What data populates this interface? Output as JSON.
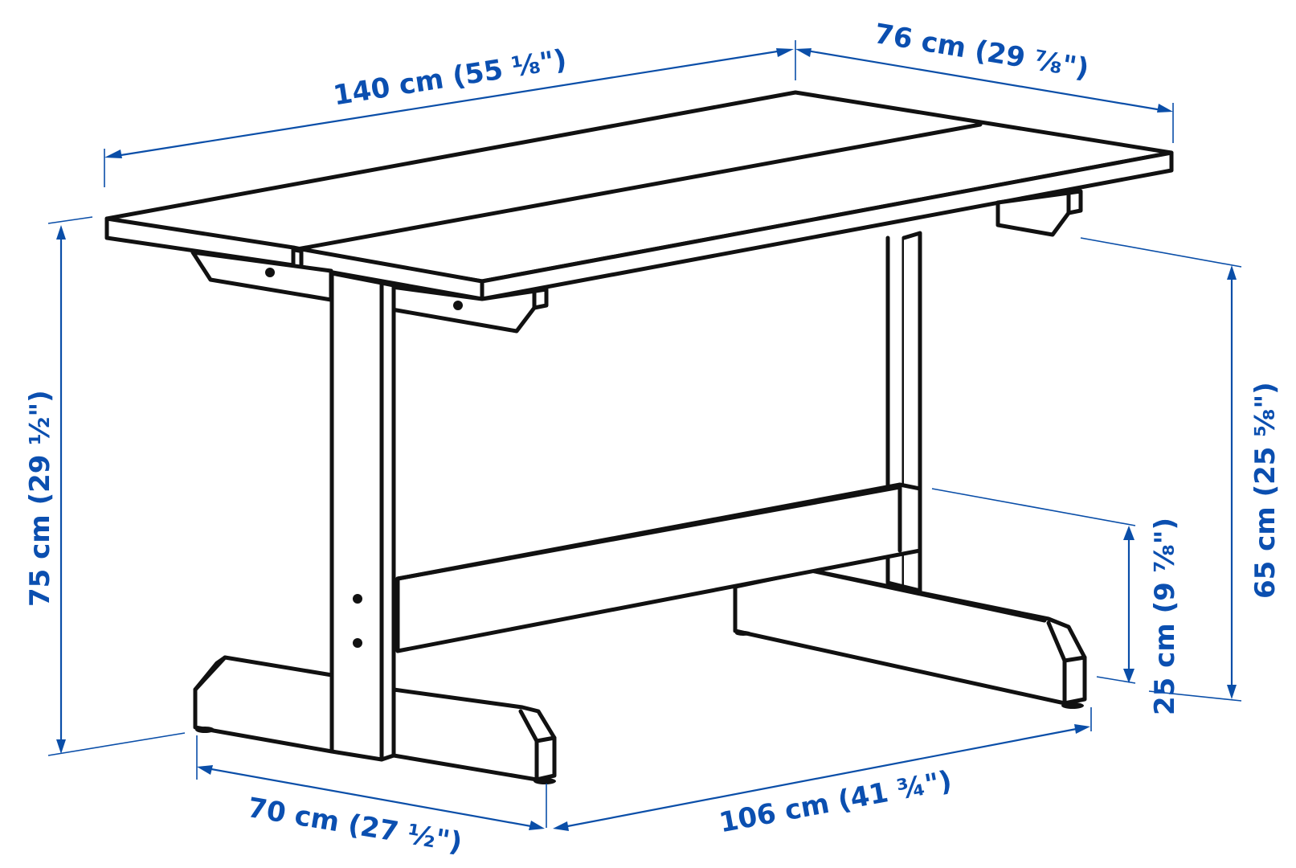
{
  "diagram": {
    "subject": "Table with trestle legs",
    "accent_color": "#0b4fb0",
    "line_color": "#111111",
    "dimensions": {
      "length": {
        "label": "140 cm (55 ⅛\")",
        "cm": 140,
        "inches": "55 1/8"
      },
      "depth": {
        "label": "76 cm (29 ⅞\")",
        "cm": 76,
        "inches": "29 7/8"
      },
      "total_height": {
        "label": "75 cm (29 ½\")",
        "cm": 75,
        "inches": "29 1/2"
      },
      "clearance_height": {
        "label": "65 cm (25 ⅝\")",
        "cm": 65,
        "inches": "25 5/8"
      },
      "stretcher_height": {
        "label": "25 cm (9 ⅞\")",
        "cm": 25,
        "inches": "9 7/8"
      },
      "foot_depth": {
        "label": "70 cm (27 ½\")",
        "cm": 70,
        "inches": "27 1/2"
      },
      "between_feet": {
        "label": "106 cm (41 ¾\")",
        "cm": 106,
        "inches": "41 3/4"
      }
    }
  }
}
